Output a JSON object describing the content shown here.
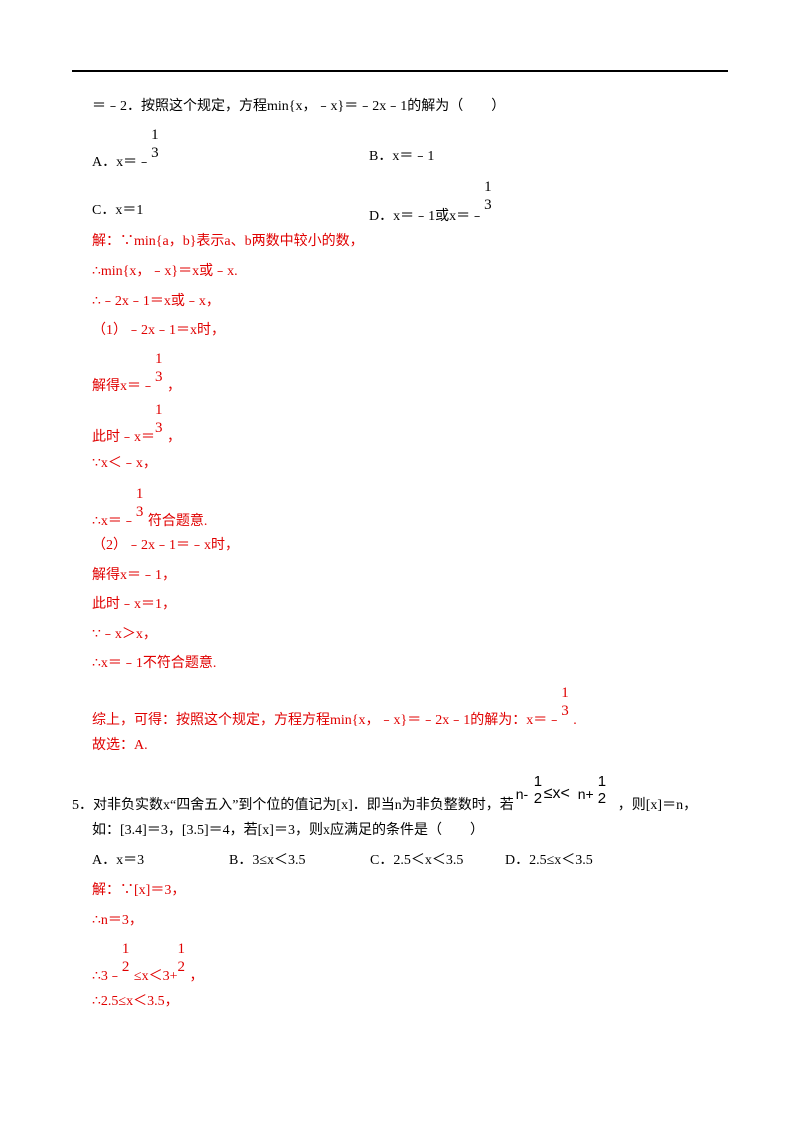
{
  "lines": {
    "l01": "＝﹣2．按照这个规定，方程min{x，﹣x}＝﹣2x﹣1的解为（　　）",
    "l02": "A．x＝﹣",
    "l03": "B．x＝﹣1",
    "l04": "C．x＝1",
    "l05": "D．x＝﹣1或x＝﹣",
    "l06": "解：∵min{a，b}表示a、b两数中较小的数，",
    "l07": "∴min{x，﹣x}＝x或﹣x.",
    "l08": "∴﹣2x﹣1＝x或﹣x，",
    "l09": "（1）﹣2x﹣1＝x时，",
    "l10": "解得x＝﹣",
    "l10b": "，",
    "l11": "此时﹣x＝",
    "l11b": "，",
    "l12": "∵x＜﹣x，",
    "l13": "∴x＝﹣",
    "l13b": "符合题意.",
    "l14": "（2）﹣2x﹣1＝﹣x时，",
    "l15": "解得x＝﹣1，",
    "l16": "此时﹣x＝1，",
    "l17": "∵﹣x＞x，",
    "l18": "∴x＝﹣1不符合题意.",
    "l19": "综上，可得：按照这个规定，方程方程min{x，﹣x}＝﹣2x﹣1的解为：x＝﹣",
    "l19b": ".",
    "l20": "故选：A.",
    "l21": "5．对非负实数x“四舍五入”到个位的值记为[x]．即当n为非负整数时，若",
    "l21b": "，则[x]＝n，",
    "l22": "如：[3.4]＝3，[3.5]＝4，若[x]＝3，则x应满足的条件是（　　）",
    "l23a": "A．x＝3",
    "l23b": "B．3≤x＜3.5",
    "l23c": "C．2.5＜x＜3.5",
    "l23d": "D．2.5≤x＜3.5",
    "l24": "解：∵[x]＝3，",
    "l25": "∴n＝3，",
    "l26a": "∴3﹣",
    "l26b": "≤x＜3+",
    "l26c": "，",
    "l27": "∴2.5≤x＜3.5，"
  },
  "fraction": {
    "num": "1",
    "den": "3"
  },
  "half": {
    "num": "1",
    "den": "2"
  },
  "formula": {
    "n1": "n-",
    "mid": "≤x<",
    "n2": "n+"
  },
  "colors": {
    "answer": "#e00000",
    "text": "#000000"
  }
}
